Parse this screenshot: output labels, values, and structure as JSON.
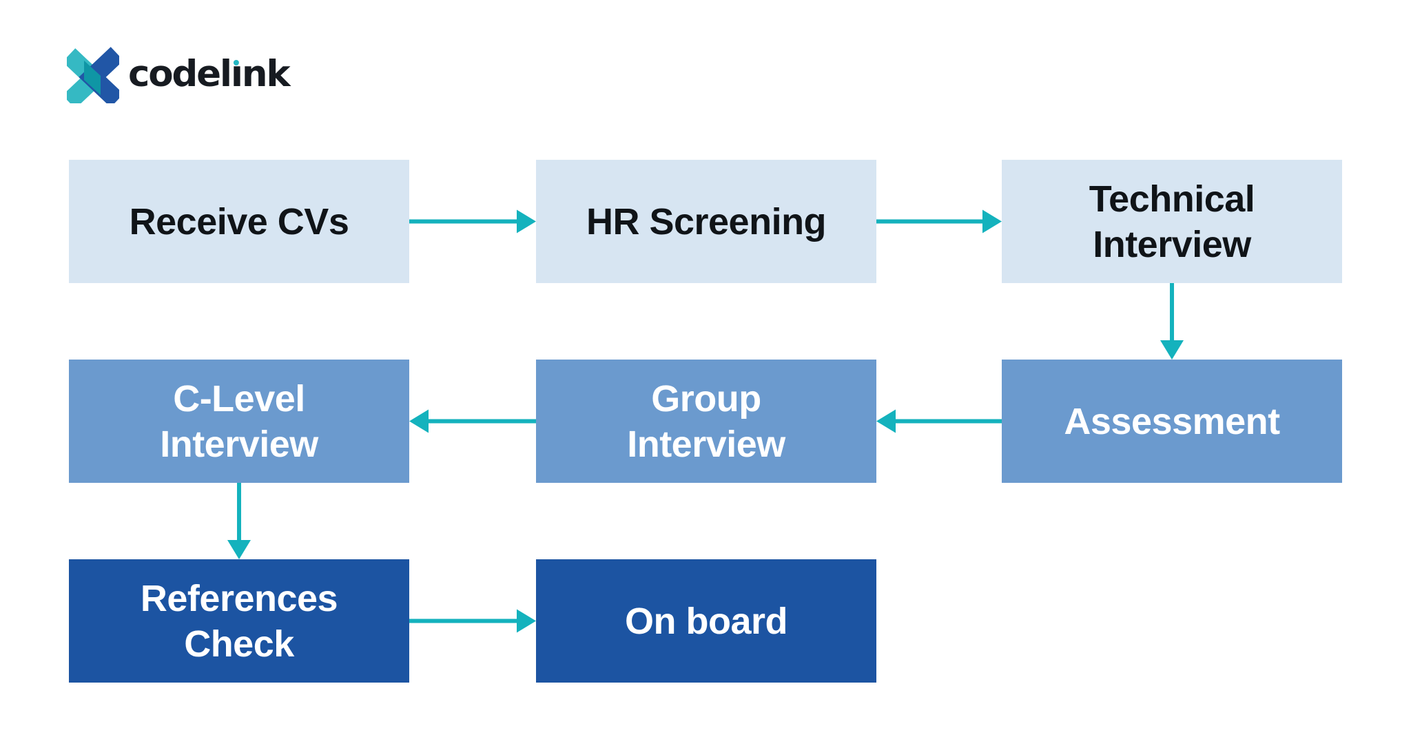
{
  "page": {
    "background": "#ffffff"
  },
  "logo": {
    "brand": "codelink",
    "text_color": "#171b21",
    "dot_color": "#24b7c3",
    "icon": {
      "name": "codelink-x-icon",
      "teal": "#35b9c3",
      "blue": "#2156a6",
      "overlap": "#0f96a5"
    }
  },
  "diagram": {
    "title": "Hiring process flowchart",
    "arrow_color": "#14b2bd",
    "levels": {
      "light": {
        "bg": "#d7e5f2",
        "text": "#101418"
      },
      "medium": {
        "bg": "#6b9ace",
        "text": "#ffffff"
      },
      "dark": {
        "bg": "#1c54a2",
        "text": "#ffffff"
      }
    },
    "nodes": [
      {
        "id": "receive-cvs",
        "lines": [
          "Receive CVs"
        ],
        "label": "Receive CVs",
        "level": "light",
        "row": 0,
        "col": 0
      },
      {
        "id": "hr-screening",
        "lines": [
          "HR Screening"
        ],
        "label": "HR Screening",
        "level": "light",
        "row": 0,
        "col": 1
      },
      {
        "id": "technical-interview",
        "lines": [
          "Technical",
          "Interview"
        ],
        "label": "Technical Interview",
        "level": "light",
        "row": 0,
        "col": 2
      },
      {
        "id": "assessment",
        "lines": [
          "Assessment"
        ],
        "label": "Assessment",
        "level": "medium",
        "row": 1,
        "col": 2
      },
      {
        "id": "group-interview",
        "lines": [
          "Group",
          "Interview"
        ],
        "label": "Group Interview",
        "level": "medium",
        "row": 1,
        "col": 1
      },
      {
        "id": "c-level-interview",
        "lines": [
          "C-Level",
          "Interview"
        ],
        "label": "C-Level Interview",
        "level": "medium",
        "row": 1,
        "col": 0
      },
      {
        "id": "references-check",
        "lines": [
          "References",
          "Check"
        ],
        "label": "References Check",
        "level": "dark",
        "row": 2,
        "col": 0
      },
      {
        "id": "on-board",
        "lines": [
          "On board"
        ],
        "label": "On board",
        "level": "dark",
        "row": 2,
        "col": 1
      }
    ],
    "edges": [
      {
        "from": "receive-cvs",
        "to": "hr-screening"
      },
      {
        "from": "hr-screening",
        "to": "technical-interview"
      },
      {
        "from": "technical-interview",
        "to": "assessment"
      },
      {
        "from": "assessment",
        "to": "group-interview"
      },
      {
        "from": "group-interview",
        "to": "c-level-interview"
      },
      {
        "from": "c-level-interview",
        "to": "references-check"
      },
      {
        "from": "references-check",
        "to": "on-board"
      }
    ]
  }
}
